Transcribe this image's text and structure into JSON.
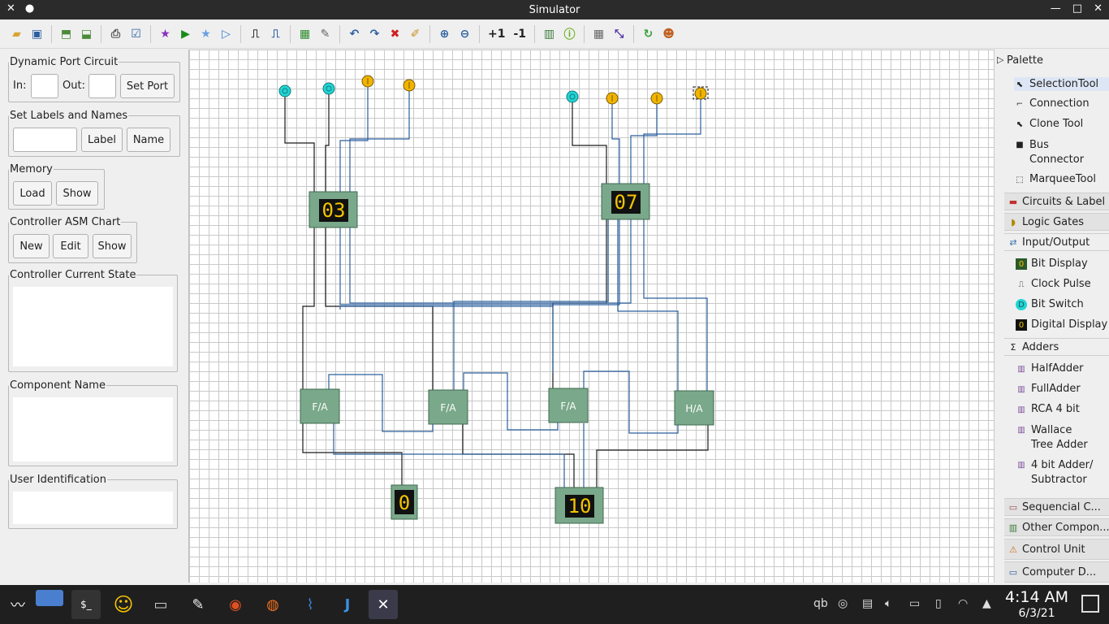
{
  "window": {
    "title": "Simulator",
    "left_controls": [
      "✕",
      "●"
    ],
    "right_controls": [
      "—",
      "□",
      "✕"
    ]
  },
  "toolbar": {
    "inc_label": "+1",
    "dec_label": "-1"
  },
  "left": {
    "dynamic_port": {
      "title": "Dynamic Port Circuit",
      "in_label": "In:",
      "out_label": "Out:",
      "in_value": "",
      "out_value": "",
      "set_port": "Set Port"
    },
    "labels_names": {
      "title": "Set Labels and Names",
      "value": "",
      "label_btn": "Label",
      "name_btn": "Name"
    },
    "memory": {
      "title": "Memory",
      "load": "Load",
      "show": "Show"
    },
    "asm": {
      "title": "Controller ASM Chart",
      "new": "New",
      "edit": "Edit",
      "show": "Show"
    },
    "current_state": {
      "title": "Controller Current State"
    },
    "component_name": {
      "title": "Component Name"
    },
    "user_id": {
      "title": "User Identification"
    }
  },
  "canvas": {
    "display_a": "03",
    "display_b": "07",
    "display_sum_low": "0",
    "display_sum_high": "10",
    "adder_labels": [
      "F/A",
      "F/A",
      "F/A",
      "H/A"
    ]
  },
  "palette": {
    "header": "Palette",
    "tools": [
      "SelectionTool",
      "Connection",
      "Clone Tool",
      "Bus Connector",
      "MarqueeTool"
    ],
    "categories": {
      "circuits": "Circuits & Label",
      "logic": "Logic Gates",
      "io": "Input/Output",
      "adders": "Adders",
      "sequential": "Sequencial C...",
      "other": "Other Compon...",
      "control": "Control Unit",
      "computer": "Computer D..."
    },
    "io_items": [
      "Bit Display",
      "Clock Pulse",
      "Bit Switch",
      "Digital Display"
    ],
    "adder_items": [
      "HalfAdder",
      "FullAdder",
      "RCA 4 bit",
      "Wallace Tree Adder",
      "4 bit Adder/ Subtractor"
    ]
  },
  "taskbar": {
    "time": "4:14 AM",
    "date": "6/3/21",
    "tray_text": "qb"
  },
  "colors": {
    "titlebar": "#2b2b2b",
    "wire_black": "#1a1a1a",
    "wire_blue": "#2a5f9e",
    "chip": "#7aa88a",
    "display_text": "#f5c400",
    "switch": "#22d4d4",
    "probe": "#f0b400"
  }
}
